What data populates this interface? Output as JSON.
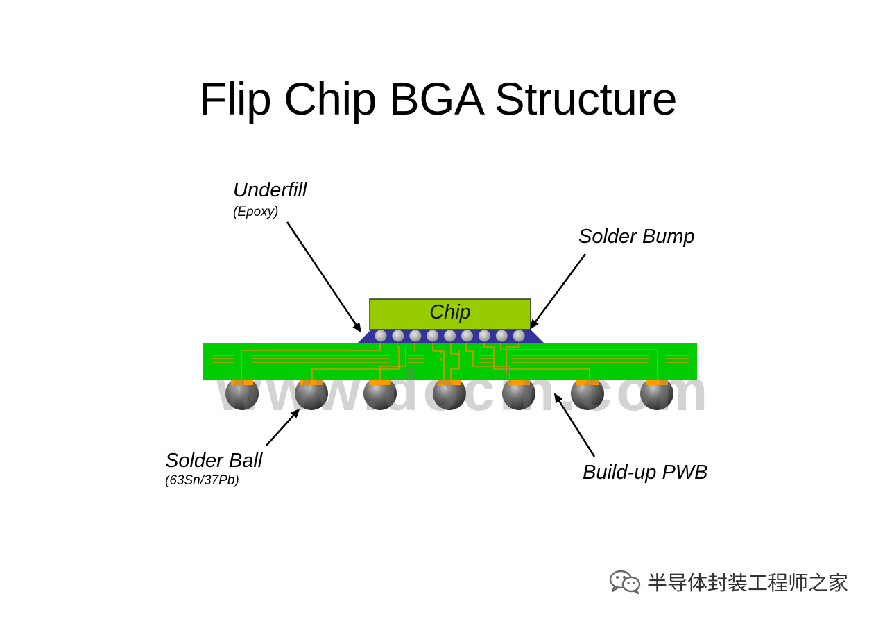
{
  "title": "Flip Chip BGA Structure",
  "labels": {
    "underfill": "Underfill",
    "underfill_sub": "(Epoxy)",
    "solder_bump": "Solder Bump",
    "solder_ball": "Solder Ball",
    "solder_ball_sub": "(63Sn/37Pb)",
    "pwb": "Build-up PWB",
    "chip": "Chip"
  },
  "watermark": "www.docin.com",
  "footer": {
    "icon": "wechat-icon",
    "text": "半导体封装工程师之家"
  },
  "colors": {
    "chip": "#99cc00",
    "underfill": "#33339a",
    "substrate": "#00cc00",
    "traces": "#cc9a00",
    "pads": "#ff9900",
    "solder_ball": "#555555"
  }
}
